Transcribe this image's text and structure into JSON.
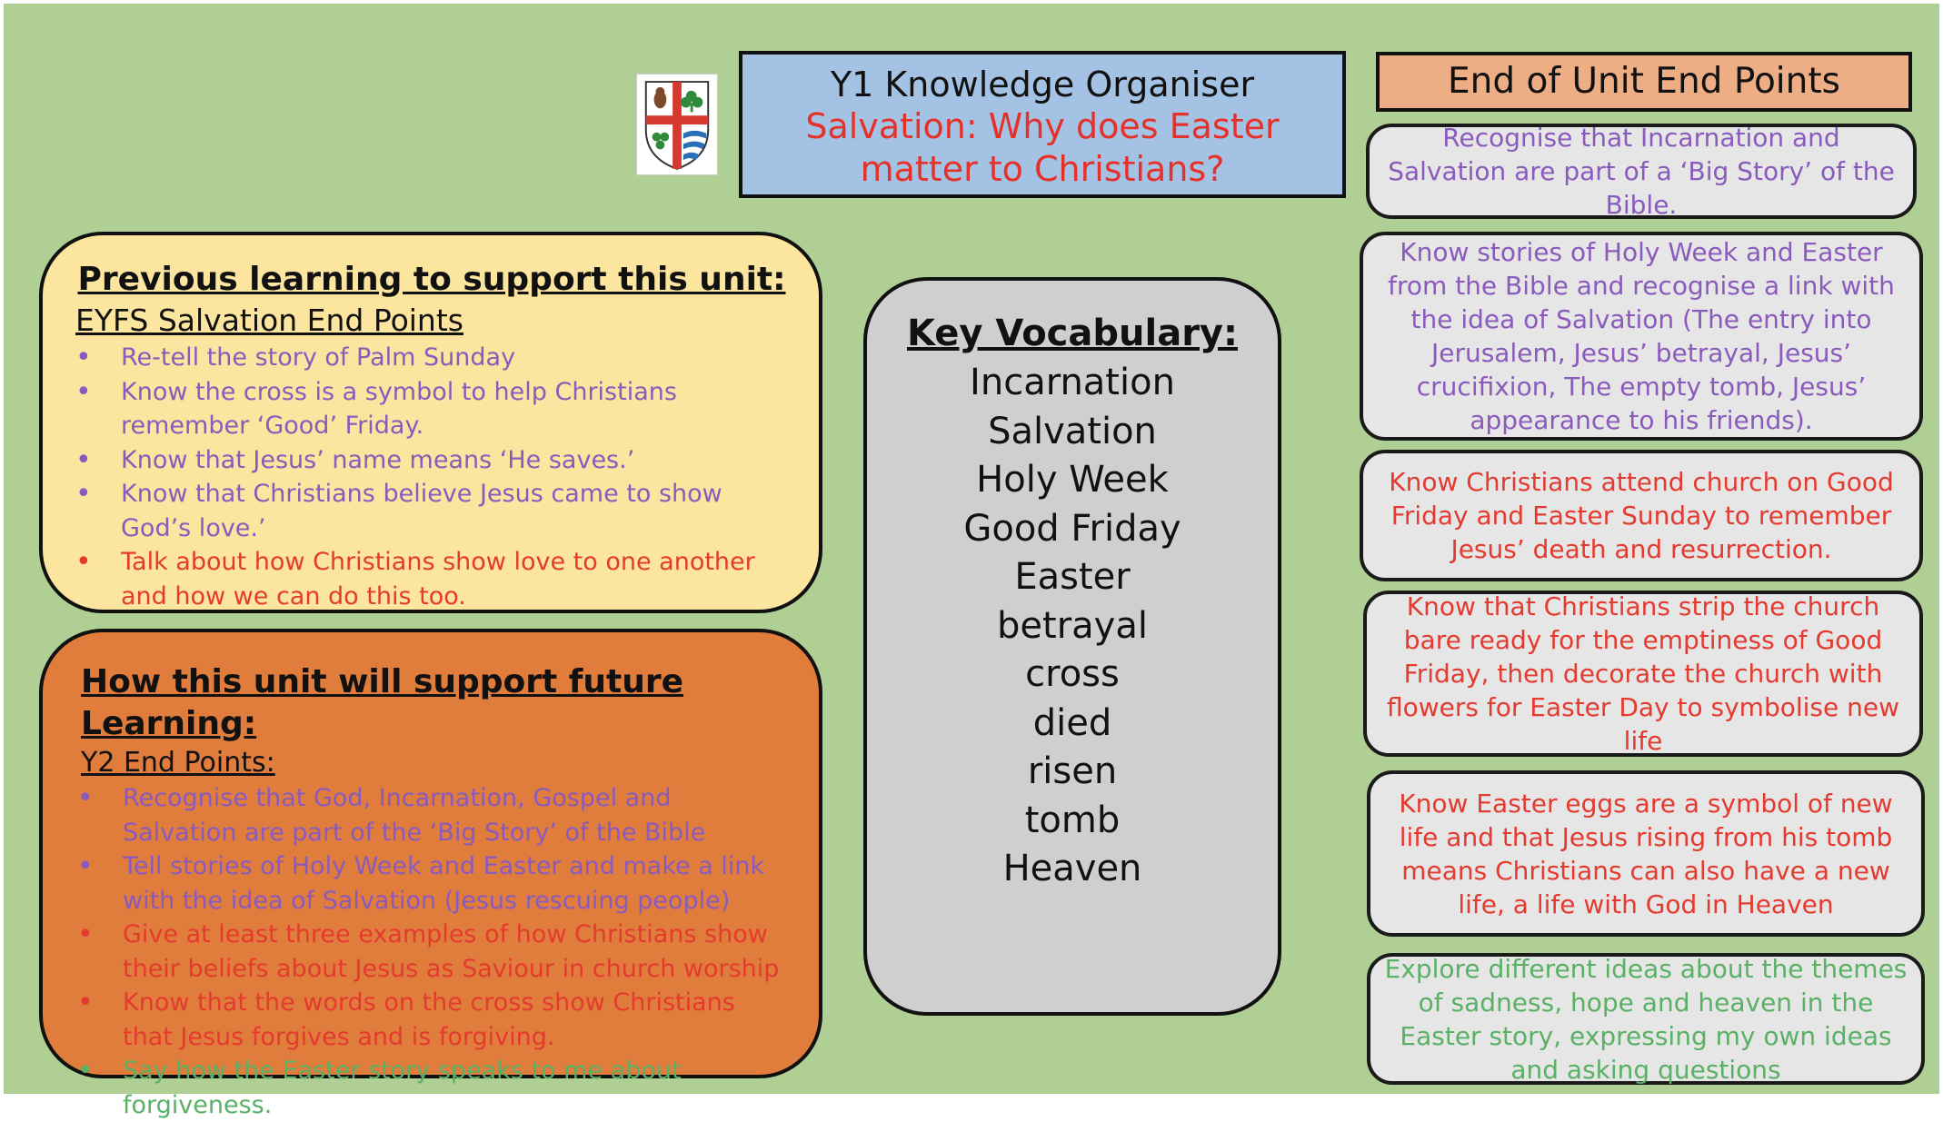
{
  "title": {
    "line1": "Y1 Knowledge Organiser",
    "line2": "Salvation: Why does Easter matter to Christians?"
  },
  "end_points": {
    "header": "End of Unit End Points",
    "items": [
      {
        "text": "Recognise that Incarnation and Salvation are part of a ‘Big Story’ of the Bible.",
        "color": "#8a5bbd"
      },
      {
        "text": "Know stories of Holy Week and Easter from the Bible and recognise a link with the idea of Salvation (The entry into Jerusalem, Jesus’ betrayal, Jesus’ crucifixion, The empty tomb, Jesus’ appearance to his friends).",
        "color": "#8a5bbd"
      },
      {
        "text": "Know Christians attend church on Good Friday and Easter Sunday to remember Jesus’ death and resurrection.",
        "color": "#e53a2f"
      },
      {
        "text": "Know that Christians strip the  church bare ready for the emptiness of Good Friday, then decorate the church with flowers for Easter Day to symbolise new life",
        "color": "#e53a2f"
      },
      {
        "text": "Know Easter eggs are a symbol of new life and that Jesus rising from his tomb means Christians can also have a new life, a life with God in Heaven",
        "color": "#e53a2f"
      },
      {
        "text": "Explore different ideas about the themes of sadness, hope and heaven in the Easter story, expressing my own ideas and asking questions",
        "color": "#5ab065"
      }
    ]
  },
  "previous": {
    "heading": "Previous learning to support this unit:",
    "subheading": "EYFS Salvation End Points",
    "items": [
      {
        "text": "Re-tell the story of Palm Sunday",
        "color": "#8a5bbd"
      },
      {
        "text": "Know the cross is a symbol to help Christians remember ‘Good’ Friday.",
        "color": "#8a5bbd"
      },
      {
        "text": "Know that Jesus’ name means ‘He saves.’",
        "color": "#8a5bbd"
      },
      {
        "text": "Know that Christians believe Jesus came to show God’s love.’",
        "color": "#8a5bbd"
      },
      {
        "text": "Talk about how Christians show love to one another and how we can do this too.",
        "color": "#e53a2f"
      }
    ]
  },
  "future": {
    "heading": "How this unit will support future Learning:",
    "subheading": "Y2 End Points:",
    "items": [
      {
        "text": "Recognise that God, Incarnation, Gospel and Salvation are part of the ‘Big Story’ of the Bible",
        "color": "#8a5bbd"
      },
      {
        "text": "Tell stories of Holy Week and Easter and make a link with the idea of Salvation (Jesus rescuing people)",
        "color": "#8a5bbd"
      },
      {
        "text": "Give at least three examples of how Christians show their beliefs about Jesus as Saviour in church worship",
        "color": "#e53a2f"
      },
      {
        "text": "Know that the words on the cross show Christians that Jesus forgives and is forgiving.",
        "color": "#e53a2f"
      },
      {
        "text": "Say how the Easter story speaks to me about forgiveness.",
        "color": "#5ab065"
      }
    ]
  },
  "vocabulary": {
    "heading": "Key Vocabulary:",
    "words": [
      "Incarnation",
      "Salvation",
      "Holy Week",
      "Good Friday",
      "Easter",
      "betrayal",
      "cross",
      "died",
      "risen",
      "tomb",
      "Heaven"
    ]
  },
  "colors": {
    "background": "#b0cf94",
    "title_box": "#a4c2e4",
    "end_header": "#eeae85",
    "previous_box": "#fce59e",
    "future_box": "#e07c3c",
    "vocab_box": "#d0cfd0",
    "purple_text": "#8a5bbd",
    "red_text": "#e53a2f",
    "green_text": "#5ab065"
  },
  "icons": {
    "school_crest": "school-crest-icon"
  }
}
